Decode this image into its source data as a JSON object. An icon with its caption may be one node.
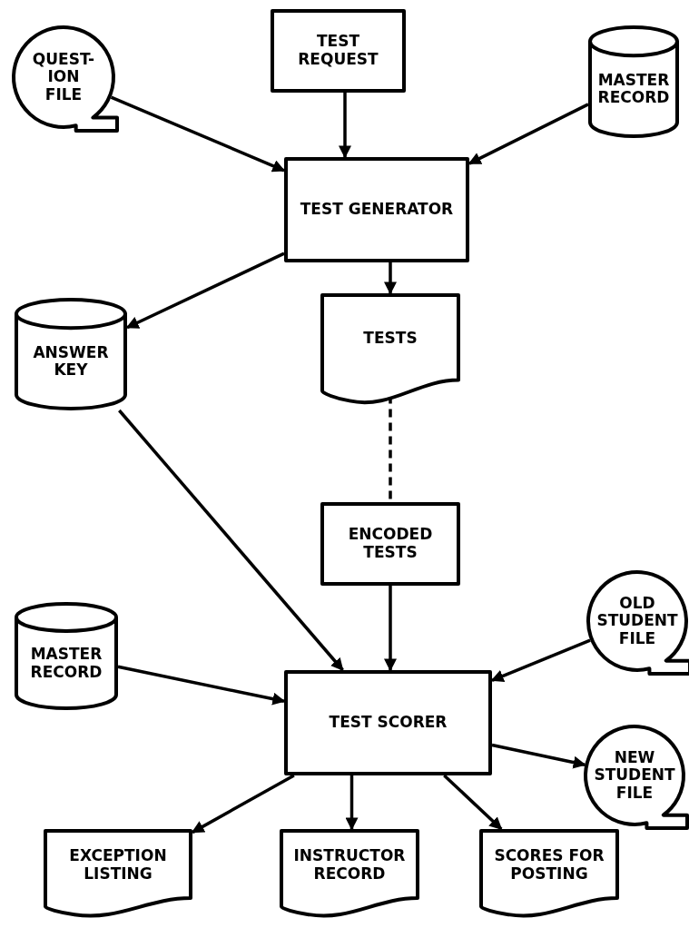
{
  "diagram": {
    "nodes": [
      {
        "text": [
          "QUEST- ION FILE"
        ]
      },
      {
        "text": [
          "TEST REQUEST"
        ]
      },
      {
        "text": [
          "MASTER RECORD"
        ]
      },
      {
        "text": [
          "TEST GENERATOR"
        ]
      },
      {
        "text": [
          "ANSWER KEY"
        ]
      },
      {
        "text": [
          "TESTS"
        ]
      },
      {
        "text": [
          "ENCODED TESTS"
        ]
      },
      {
        "text": [
          "OLD STUDENT FILE"
        ]
      },
      {
        "text": [
          "MASTER RECORD"
        ]
      },
      {
        "text": [
          "TEST SCORER"
        ]
      },
      {
        "text": [
          "NEW STUDENT FILE"
        ]
      },
      {
        "text": [
          "EXCEPTION LISTING"
        ]
      },
      {
        "text": [
          "INSTRUCTOR RECORD"
        ]
      },
      {
        "text": [
          "SCORES FOR POSTING"
        ]
      }
    ],
    "edges": [
      {
        "from": 0,
        "to": 3,
        "arrow": "to"
      },
      {
        "from": 1,
        "to": 3,
        "arrow": "to"
      },
      {
        "from": 2,
        "to": 3,
        "arrow": "to"
      },
      {
        "from": 3,
        "to": 4,
        "arrow": "to"
      },
      {
        "from": 3,
        "to": 5,
        "arrow": "to"
      },
      {
        "from": 5,
        "to": 6,
        "arrow": "none",
        "style": "dashed"
      },
      {
        "from": 4,
        "to": 9,
        "arrow": "to"
      },
      {
        "from": 6,
        "to": 9,
        "arrow": "to"
      },
      {
        "from": 7,
        "to": 9,
        "arrow": "to"
      },
      {
        "from": 8,
        "to": 9,
        "arrow": "to"
      },
      {
        "from": 9,
        "to": 10,
        "arrow": "to"
      },
      {
        "from": 9,
        "to": 11,
        "arrow": "to"
      },
      {
        "from": 9,
        "to": 12,
        "arrow": "to"
      },
      {
        "from": 9,
        "to": 13,
        "arrow": "to"
      }
    ]
  }
}
